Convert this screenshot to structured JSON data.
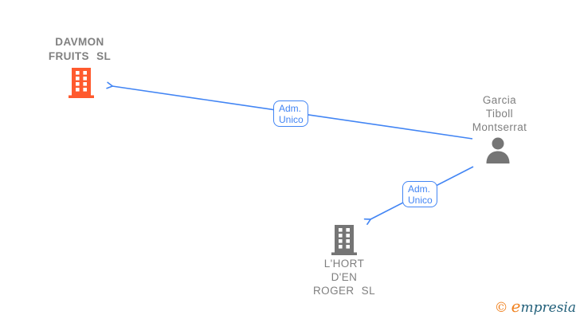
{
  "diagram_type": "corporate-relationship-graph",
  "nodes": {
    "davmon": {
      "type": "company",
      "full_name": "DAVMON FRUITS SL",
      "line1": "DAVMON",
      "line2": "FRUITS SL",
      "icon": "building-icon",
      "icon_color": "#ff5a2e"
    },
    "garcia": {
      "type": "person",
      "full_name": "Garcia Tiboll Montserrat",
      "line1": "Garcia",
      "line2": "Tiboll",
      "line3": "Montserrat",
      "icon": "person-icon",
      "icon_color": "#757575"
    },
    "lhort": {
      "type": "company",
      "full_name": "L'HORT D'EN ROGER SL",
      "line1": "L'HORT",
      "line2": "D'EN",
      "line3": "ROGER SL",
      "icon": "building-icon",
      "icon_color": "#757575"
    }
  },
  "edges": [
    {
      "from": "Garcia Tiboll Montserrat",
      "to": "DAVMON FRUITS SL",
      "label": "Adm. Unico",
      "label_line1": "Adm.",
      "label_line2": "Unico"
    },
    {
      "from": "Garcia Tiboll Montserrat",
      "to": "L'HORT D'EN ROGER SL",
      "label": "Adm. Unico",
      "label_line1": "Adm.",
      "label_line2": "Unico"
    }
  ],
  "colors": {
    "edge_blue": "#4285f4",
    "company_orange": "#ff5a2e",
    "icon_gray": "#757575",
    "text_gray": "#7f7f7f",
    "watermark_orange": "#f08220",
    "watermark_teal": "#22607a"
  },
  "watermark": {
    "copyright": "©",
    "brand": "empresia",
    "brand_first_letter": "e",
    "brand_rest": "mpresia"
  }
}
